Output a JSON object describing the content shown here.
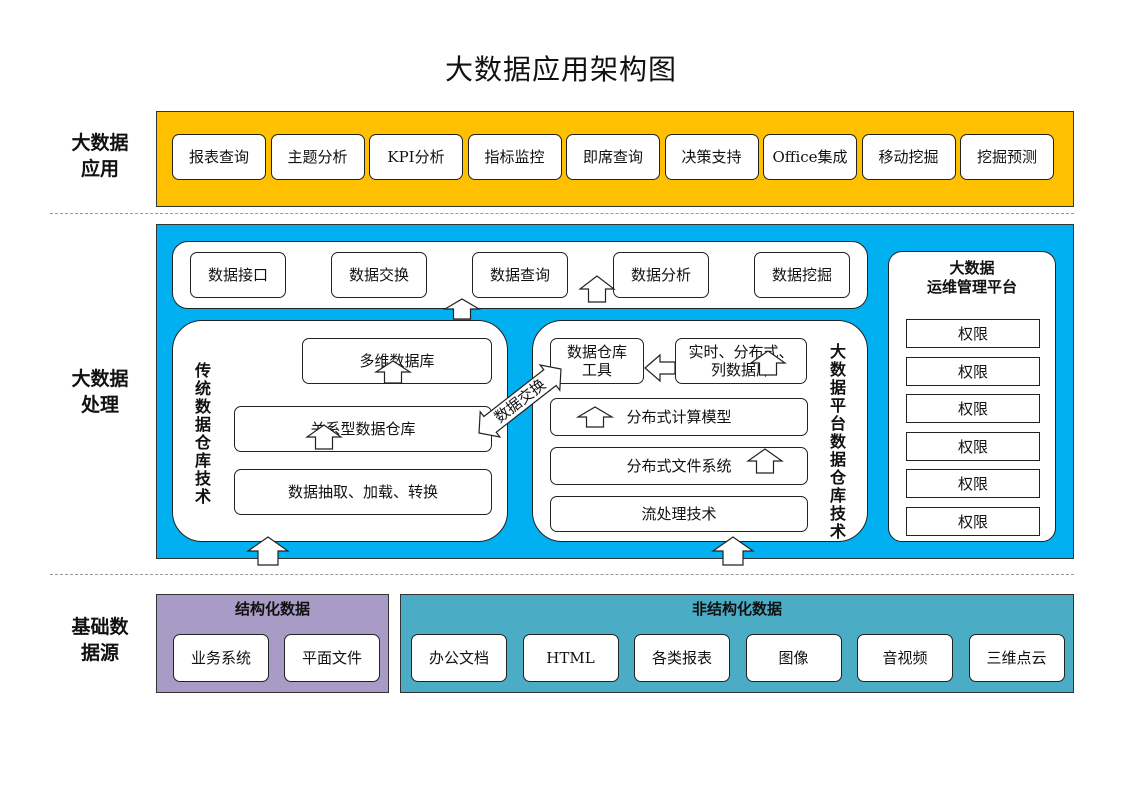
{
  "title": "大数据应用架构图",
  "colors": {
    "app_bg": "#FFC000",
    "proc_bg": "#00B0F0",
    "structured_bg": "#A89BC6",
    "unstructured_bg": "#4BACC6"
  },
  "layers": {
    "application": "大数据\n应用",
    "processing": "大数据\n处理",
    "source": "基础数\n据源"
  },
  "app_items": [
    "报表查询",
    "主题分析",
    "KPI分析",
    "指标监控",
    "即席查询",
    "决策支持",
    "Office集成",
    "移动挖掘",
    "挖掘预测"
  ],
  "service_items": [
    "数据接口",
    "数据交换",
    "数据查询",
    "数据分析",
    "数据挖掘"
  ],
  "traditional": {
    "label": "传统数据仓库技术",
    "items": [
      "多维数据库",
      "关系型数据仓库",
      "数据抽取、加载、转换"
    ]
  },
  "exchange_label": "数据交换",
  "bigdata": {
    "label": "大数据平台数据仓库技术",
    "warehouse_tool": "数据仓库工具",
    "realtime": "实时、分布式、列数据库",
    "items": [
      "分布式计算模型",
      "分布式文件系统",
      "流处理技术"
    ]
  },
  "ops": {
    "title_line1": "大数据",
    "title_line2": "运维管理平台",
    "items": [
      "权限",
      "权限",
      "权限",
      "权限",
      "权限",
      "权限"
    ]
  },
  "structured": {
    "title": "结构化数据",
    "items": [
      "业务系统",
      "平面文件"
    ]
  },
  "unstructured": {
    "title": "非结构化数据",
    "items": [
      "办公文档",
      "HTML",
      "各类报表",
      "图像",
      "音视频",
      "三维点云"
    ]
  }
}
